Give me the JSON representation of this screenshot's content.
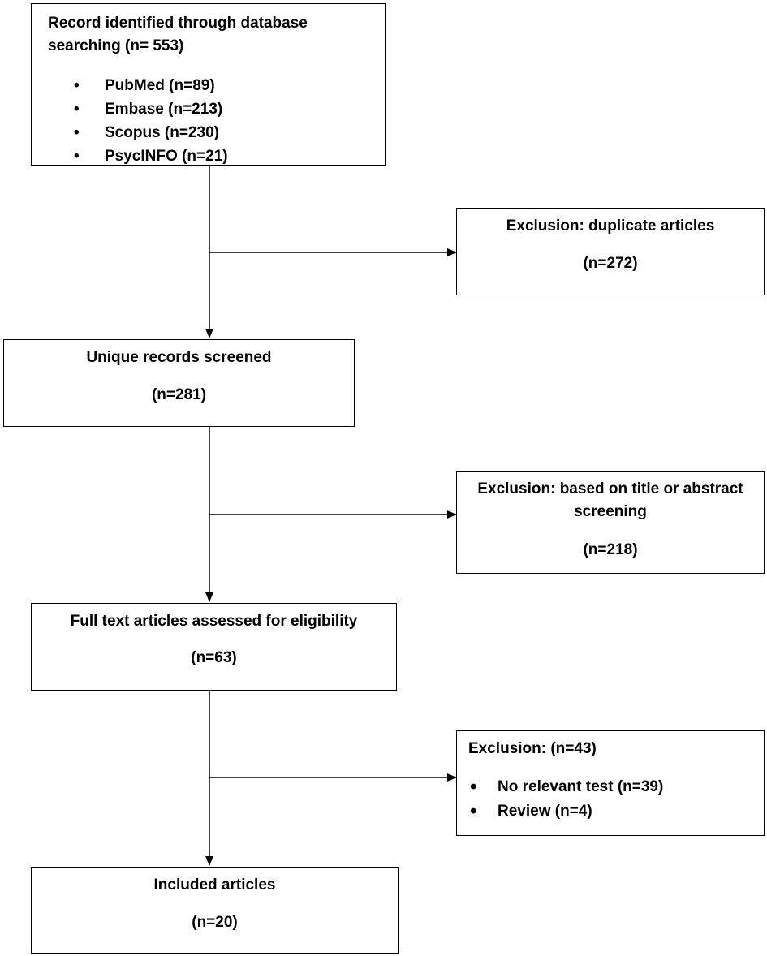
{
  "identification": {
    "title": "Record identified through database searching (n= 553)",
    "sources": [
      "PubMed (n=89)",
      "Embase (n=213)",
      "Scopus (n=230)",
      "PsycINFO (n=21)"
    ]
  },
  "exclusion_duplicates": {
    "label": "Exclusion: duplicate articles",
    "count": "(n=272)"
  },
  "screening": {
    "label": "Unique records screened",
    "count": "(n=281)"
  },
  "exclusion_title_abstract": {
    "label": "Exclusion: based on title or abstract screening",
    "count": "(n=218)"
  },
  "eligibility": {
    "label": "Full text articles assessed for eligibility",
    "count": "(n=63)"
  },
  "exclusion_fulltext": {
    "label": "Exclusion: (n=43)",
    "reasons": [
      "No relevant test (n=39)",
      "Review (n=4)"
    ]
  },
  "included": {
    "label": "Included articles",
    "count": "(n=20)"
  }
}
